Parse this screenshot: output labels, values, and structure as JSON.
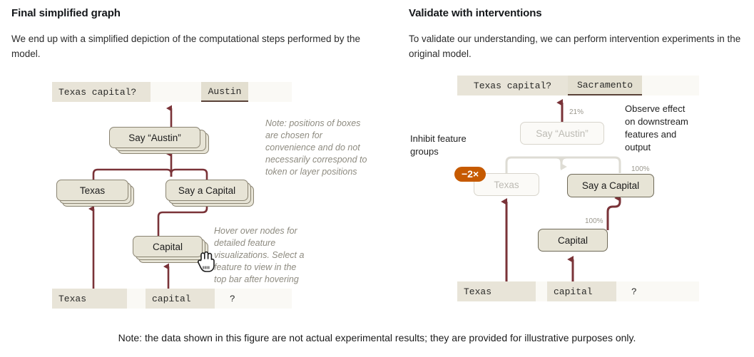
{
  "figure": {
    "note": "Note: the data shown in this figure are not actual experimental results; they are provided for illustrative purposes only."
  },
  "colors": {
    "arrow": "#7a3338",
    "arrow_muted": "#d8d6cf",
    "node_fill": "#e7e4d6",
    "node_border": "#8a8472",
    "ghost_fill": "#fbfaf7",
    "ghost_border": "#d8d5cc",
    "ghost_text": "#bdbbb4",
    "token_bar_bg": "#faf9f5",
    "token_shade": "#e8e4d8",
    "token_selected": "#e3dfd0",
    "badge_orange": "#c65a00",
    "annotation_gray": "#8e8b80",
    "percent_gray": "#9a978d"
  },
  "left": {
    "title": "Final simplified graph",
    "body": "We end up with a simplified depiction of the computational steps performed by the model.",
    "top_bar": [
      {
        "text": "Texas capital?",
        "state": "shade"
      },
      {
        "text": "Austin",
        "state": "selected"
      }
    ],
    "bottom_bar": [
      {
        "text": "Texas",
        "state": "shade"
      },
      {
        "text": "capital",
        "state": "shade"
      },
      {
        "text": "?",
        "state": "plain"
      }
    ],
    "nodes": [
      {
        "id": "say-austin",
        "label": "Say “Austin”",
        "style": "stacked"
      },
      {
        "id": "texas",
        "label": "Texas",
        "style": "stacked"
      },
      {
        "id": "say-a-capital",
        "label": "Say a Capital",
        "style": "stacked"
      },
      {
        "id": "capital",
        "label": "Capital",
        "style": "stacked"
      }
    ],
    "annotations": [
      {
        "id": "position-note",
        "text": "Note: positions of boxes\nare chosen for\nconvenience and do not\nnecessarily correspond to\ntoken or layer positions"
      },
      {
        "id": "hover-note",
        "text": "Hover over nodes for\ndetailed feature\nvisualizations. Select a\nfeature to view in the\ntop bar after hovering"
      }
    ],
    "cursor": {
      "id": "hand-cursor"
    }
  },
  "right": {
    "title": "Validate with interventions",
    "body": "To validate our understanding, we can perform intervention experiments in the original model.",
    "top_bar": [
      {
        "text": "Texas capital?",
        "state": "shade"
      },
      {
        "text": "Sacramento",
        "state": "selected"
      }
    ],
    "bottom_bar": [
      {
        "text": "Texas",
        "state": "shade"
      },
      {
        "text": "capital",
        "state": "shade"
      },
      {
        "text": "?",
        "state": "plain"
      }
    ],
    "nodes": [
      {
        "id": "say-austin",
        "label": "Say “Austin”",
        "style": "ghost"
      },
      {
        "id": "texas",
        "label": "Texas",
        "style": "ghost"
      },
      {
        "id": "say-a-capital",
        "label": "Say a Capital",
        "style": "solid"
      },
      {
        "id": "capital",
        "label": "Capital",
        "style": "solid"
      }
    ],
    "badges": [
      {
        "id": "inhibit-texas",
        "text": "−2×"
      }
    ],
    "percents": [
      {
        "id": "pct-output",
        "text": "21%"
      },
      {
        "id": "pct-say-a-capital",
        "text": "100%"
      },
      {
        "id": "pct-capital",
        "text": "100%"
      }
    ],
    "callouts": [
      {
        "id": "inhibit-label",
        "text": "Inhibit feature\ngroups"
      },
      {
        "id": "observe-label",
        "text": "Observe effect\non downstream\nfeatures and\noutput"
      }
    ]
  }
}
